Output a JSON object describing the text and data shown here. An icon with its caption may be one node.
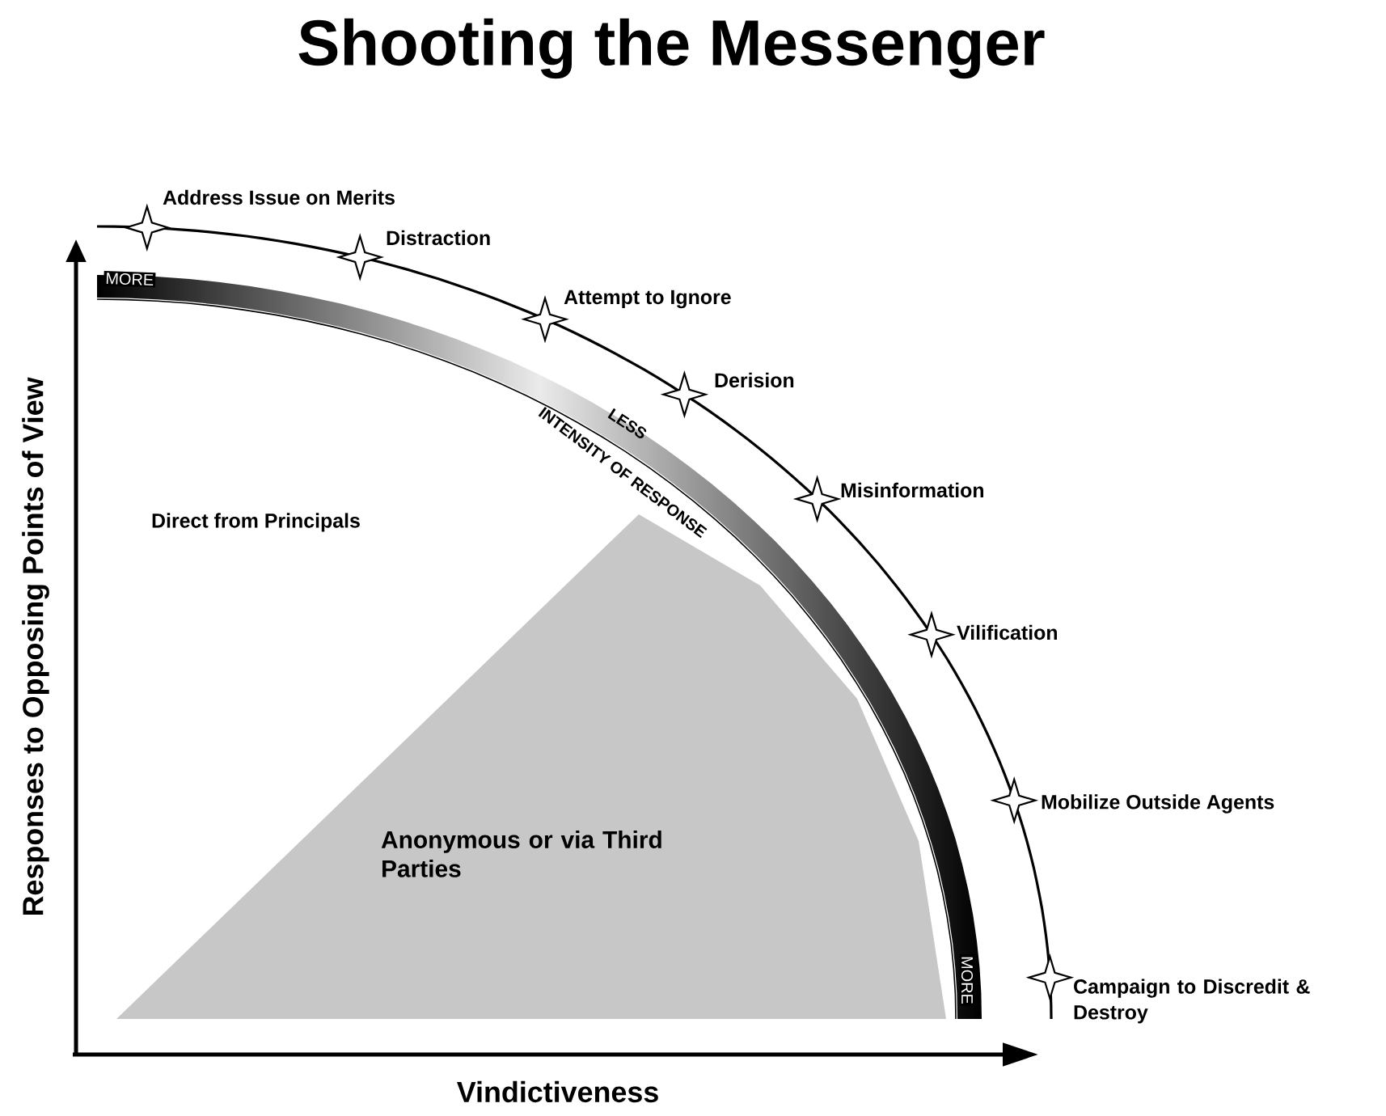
{
  "diagram": {
    "title": "Shooting the Messenger",
    "nodes": [
      {
        "text": [
          "Anonymous or via Third Parties"
        ]
      }
    ],
    "labels": [
      "Address Issue on Merits",
      "Distraction",
      "MORE",
      "Attempt to Ignore",
      "Derision",
      "LESS",
      "INTENSITY OF RESPONSE",
      "Misinformation",
      "Direct from Principals",
      "Vilification",
      "Mobilize Outside Agents",
      "Campaign to Discredit & Destroy",
      "MORE",
      "Responses to Opposing Points of View",
      "Vindictiveness"
    ]
  }
}
